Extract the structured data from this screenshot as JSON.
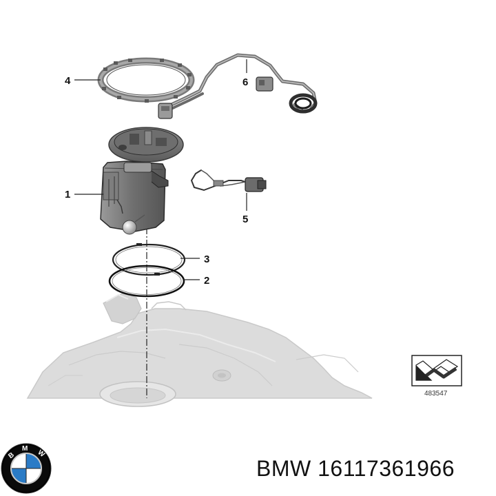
{
  "diagram": {
    "callouts": [
      "1",
      "2",
      "3",
      "4",
      "5",
      "6"
    ],
    "reference_code": "483547",
    "reference_icon": "arrow-plate-icon"
  },
  "footer": {
    "brand_logo": "bmw-roundel-icon",
    "logo_letters": "BMW",
    "part_label": "BMW 16117361966"
  },
  "colors": {
    "line": "#222222",
    "part_gray": "#8a8a8a",
    "tank_ghost": "#d6d6d6",
    "logo_blue": "#2a7bc6",
    "logo_black": "#000000"
  }
}
